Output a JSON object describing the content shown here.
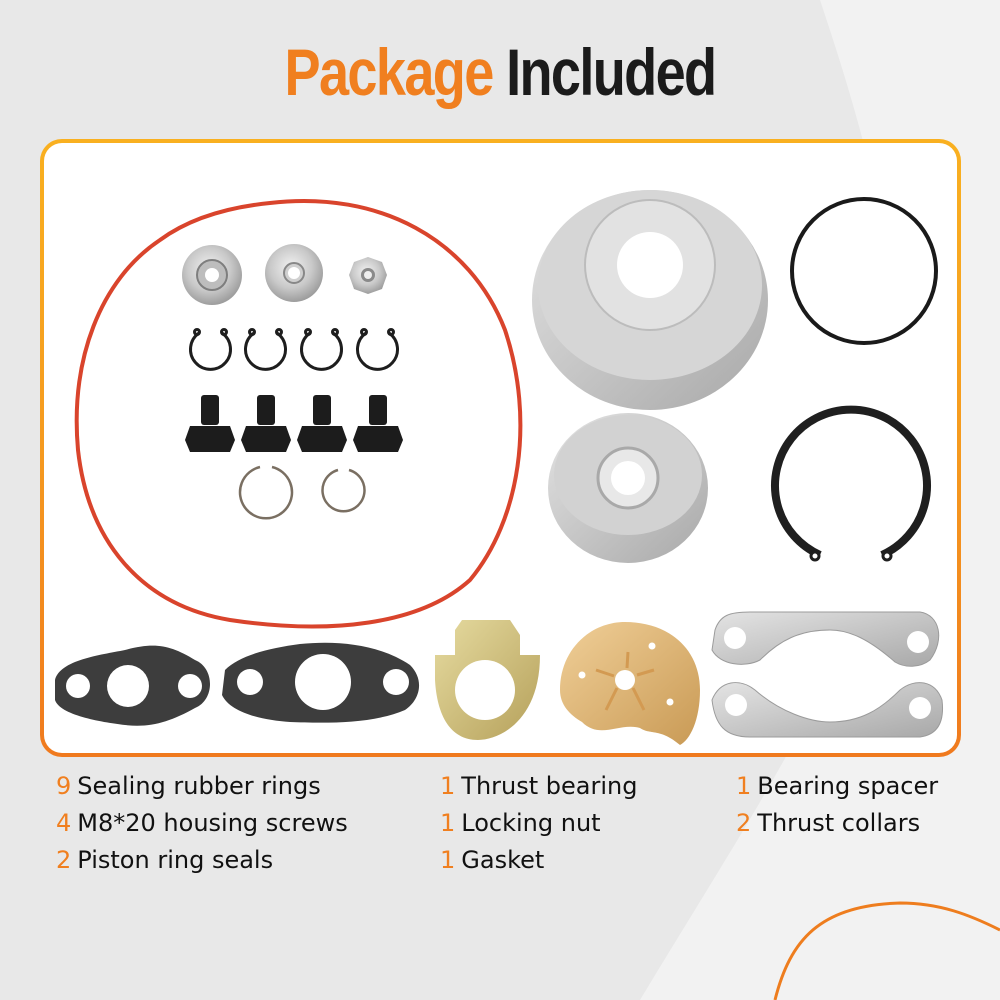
{
  "title": {
    "accent": "Package",
    "dark": "Included"
  },
  "colors": {
    "accent": "#f07f1f",
    "text": "#1b1b1b",
    "border_top": "#f9b020",
    "border_bottom": "#f07a1e",
    "background": "#e8e8e8"
  },
  "parts_image": {
    "items": [
      {
        "name": "large-red-o-ring"
      },
      {
        "name": "oil-deflector"
      },
      {
        "name": "thrust-collar"
      },
      {
        "name": "locking-nut"
      },
      {
        "name": "snap-ring"
      },
      {
        "name": "hex-screw"
      },
      {
        "name": "piston-ring"
      },
      {
        "name": "seal-plate"
      },
      {
        "name": "black-o-ring"
      },
      {
        "name": "bearing-housing-insert"
      },
      {
        "name": "retaining-circlip"
      },
      {
        "name": "gasket-small"
      },
      {
        "name": "gasket-large"
      },
      {
        "name": "thrust-spacer"
      },
      {
        "name": "thrust-bearing"
      },
      {
        "name": "thrust-collar-plate"
      }
    ]
  },
  "contents": {
    "columns": [
      [
        {
          "qty": "9",
          "label": "Sealing rubber rings"
        },
        {
          "qty": "4",
          "label": "M8*20 housing screws"
        },
        {
          "qty": "2",
          "label": "Piston ring seals"
        }
      ],
      [
        {
          "qty": "1",
          "label": "Thrust bearing"
        },
        {
          "qty": "1",
          "label": "Locking nut"
        },
        {
          "qty": "1",
          "label": "Gasket"
        }
      ],
      [
        {
          "qty": "1",
          "label": "Bearing spacer"
        },
        {
          "qty": "2",
          "label": "Thrust collars"
        }
      ]
    ]
  }
}
